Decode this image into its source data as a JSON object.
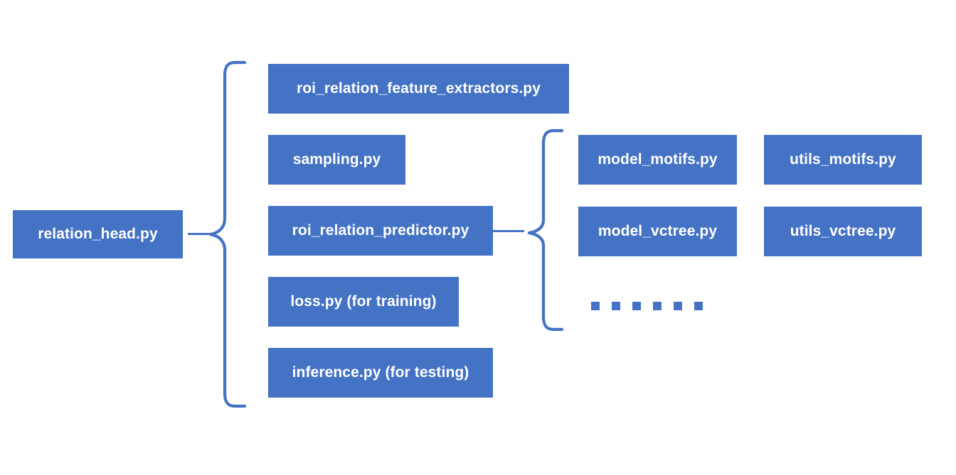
{
  "diagram": {
    "title": "relation_head.py module structure",
    "accent_color": "#4472C4",
    "background_color": "#FFFFFF",
    "text_color": "#FFFFFF"
  },
  "root": {
    "label": "relation_head.py"
  },
  "level1": {
    "items": [
      {
        "label": "roi_relation_feature_extractors.py"
      },
      {
        "label": "sampling.py"
      },
      {
        "label": "roi_relation_predictor.py"
      },
      {
        "label": "loss.py (for training)"
      },
      {
        "label": "inference.py (for testing)"
      }
    ]
  },
  "level2": {
    "models": [
      {
        "label": "model_motifs.py"
      },
      {
        "label": "model_vctree.py"
      }
    ],
    "utils": [
      {
        "label": "utils_motifs.py"
      },
      {
        "label": "utils_vctree.py"
      }
    ],
    "ellipsis_dot_count": 6
  },
  "connectors": {
    "root_to_brace1": "horizontal-line",
    "predictor_to_brace2": "horizontal-line",
    "brace1": "curly-brace-right",
    "brace2": "curly-brace-right"
  }
}
